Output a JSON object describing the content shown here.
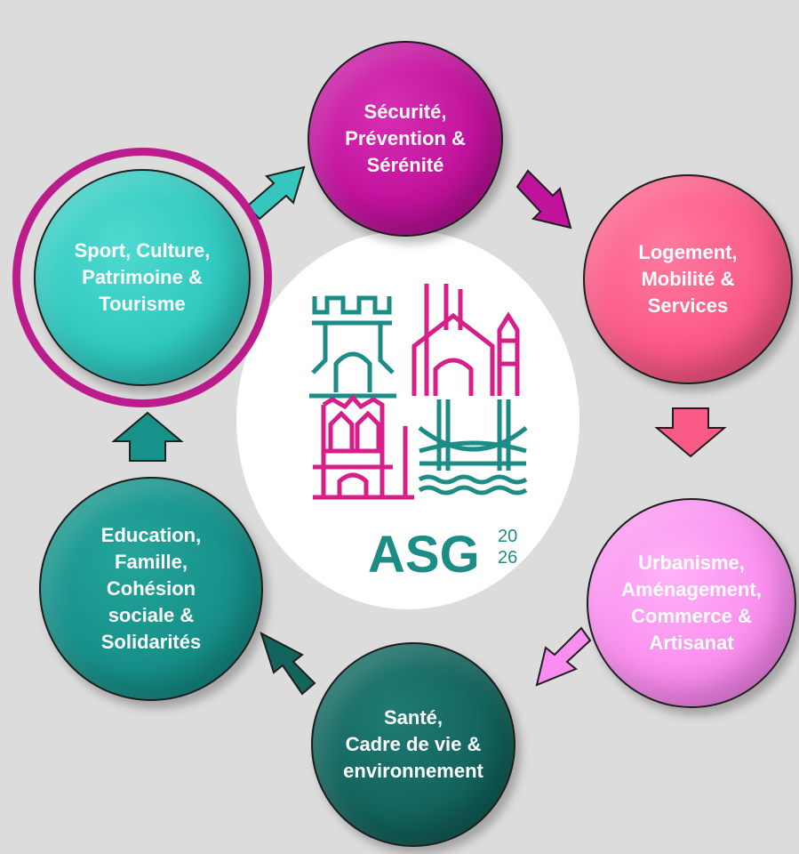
{
  "nodes": [
    {
      "id": "securite",
      "label": "Sécurité,\nPrévention &\nSérénité",
      "color": "#c1129c"
    },
    {
      "id": "logement",
      "label": "Logement,\nMobilité &\nServices",
      "color": "#fb5a86"
    },
    {
      "id": "urbanisme",
      "label": "Urbanisme,\nAménagement,\nCommerce &\nArtisanat",
      "color": "#fa8ef0"
    },
    {
      "id": "sante",
      "label": "Santé,\nCadre de vie &\nenvironnement",
      "color": "#13645d"
    },
    {
      "id": "education",
      "label": "Education,\nFamille,\nCohésion\nsociale &\nSolidarités",
      "color": "#17918a"
    },
    {
      "id": "sport",
      "label": "Sport, Culture,\nPatrimoine &\nTourisme",
      "color": "#30c9c0"
    }
  ],
  "highlight": {
    "node": "sport",
    "color": "#bc1c8c"
  },
  "logo": {
    "text": "ASG",
    "year_top": "20",
    "year_bottom": "26",
    "teal": "#1e8c86",
    "magenta": "#d61f88"
  }
}
